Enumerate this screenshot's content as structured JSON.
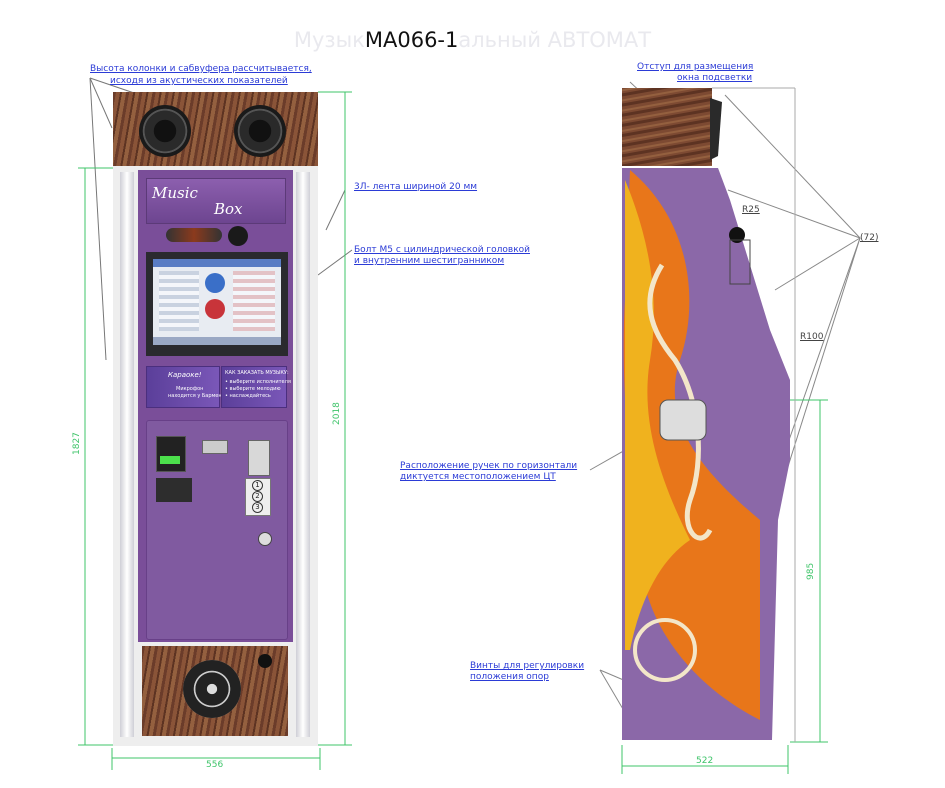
{
  "title": {
    "model": "MA066-1",
    "ghost_left": "Музык",
    "ghost_right": "альный АВТОМАТ"
  },
  "front_annotations": {
    "top_note_line1": "Высота колонки и сабвуфера рассчитывается,",
    "top_note_line2": "исходя из акустических показателей",
    "led_note": "3Л- лента шириной 20 мм",
    "bolt_note_line1": "Болт М5 с цилиндрической головкой",
    "bolt_note_line2": "и внутренним шестигранником"
  },
  "front_dims": {
    "height_outer": "1827",
    "height_inner": "2018",
    "width": "556"
  },
  "front_panel": {
    "logo_music": "Music",
    "logo_box": "Box",
    "banner_left_title": "Караоке!",
    "banner_left_sub1": "Микрофон",
    "banner_left_sub2": "находится у Бармена",
    "banner_right_title": "КАК ЗАКАЗАТЬ МУЗЫКУ:",
    "banner_right_1": "• выберите исполнителя",
    "banner_right_2": "• выберите мелодию",
    "banner_right_3": "• наслаждайтесь",
    "coin_steps": [
      "1",
      "2",
      "3"
    ]
  },
  "side_annotations": {
    "offset_note_line1": "Отступ для размещения",
    "offset_note_line2": "окна подсветки",
    "r25": "R25",
    "r100": "R100",
    "count_note": "(72)",
    "handles_note_line1": "Расположение ручек по горизонтали",
    "handles_note_line2": "диктуется местоположением ЦТ",
    "feet_note_line1": "Винты для регулировки",
    "feet_note_line2": "положения опор"
  },
  "side_dims": {
    "height_lower": "985",
    "depth": "522"
  },
  "colors": {
    "cabinet_purple": "#7a4e99",
    "annotation_blue": "#2b3bd6",
    "dimension_green": "#3fc46a",
    "flame_orange": "#e8761a",
    "flame_yellow": "#f0b21e"
  }
}
